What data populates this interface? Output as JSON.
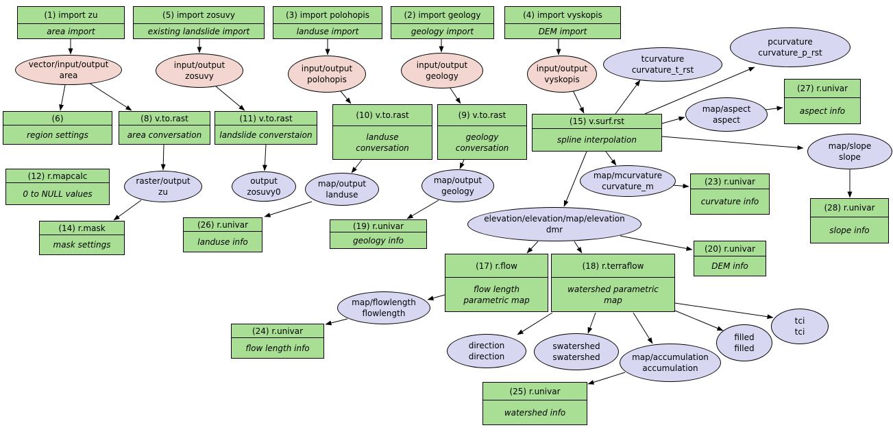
{
  "colors": {
    "module_fill": "#a8df94",
    "vector_data_fill": "#f2d6cf",
    "raster_data_fill": "#d7d7f2",
    "border": "#000000",
    "background": "#ffffff"
  },
  "modules": {
    "import_zu": {
      "title": "(1) import zu",
      "subtitle": "area import"
    },
    "import_zosuvy": {
      "title": "(5) import zosuvy",
      "subtitle": "existing landslide import"
    },
    "import_polohopis": {
      "title": "(3) import polohopis",
      "subtitle": "landuse import"
    },
    "import_geology": {
      "title": "(2) import geology",
      "subtitle": "geology import"
    },
    "import_vyskopis": {
      "title": "(4) import vyskopis",
      "subtitle": "DEM import"
    },
    "region_settings": {
      "title": "(6)",
      "subtitle": "region settings"
    },
    "vtorast_area": {
      "title": "(8) v.to.rast",
      "subtitle": "area conversation"
    },
    "vtorast_landslide": {
      "title": "(11) v.to.rast",
      "subtitle": "landslide converstaion"
    },
    "vtorast_landuse": {
      "title": "(10) v.to.rast",
      "subtitle": "landuse\nconversation"
    },
    "vtorast_geology": {
      "title": "(9) v.to.rast",
      "subtitle": "geology\nconversation"
    },
    "vsurfrst": {
      "title": "(15) v.surf.rst",
      "subtitle": "spline interpolation"
    },
    "rmapcalc": {
      "title": "(12) r.mapcalc",
      "subtitle": "0 to NULL values"
    },
    "rmask": {
      "title": "(14) r.mask",
      "subtitle": "mask settings"
    },
    "univar26": {
      "title": "(26) r.univar",
      "subtitle": "landuse info"
    },
    "univar19": {
      "title": "(19) r.univar",
      "subtitle": "geology info"
    },
    "univar27": {
      "title": "(27) r.univar",
      "subtitle": "aspect info"
    },
    "univar23": {
      "title": "(23) r.univar",
      "subtitle": "curvature info"
    },
    "univar28": {
      "title": "(28) r.univar",
      "subtitle": "slope info"
    },
    "univar20": {
      "title": "(20) r.univar",
      "subtitle": "DEM info"
    },
    "rflow": {
      "title": "(17) r.flow",
      "subtitle": "flow length\nparametric map"
    },
    "rterraflow": {
      "title": "(18) r.terraflow",
      "subtitle": "watershed parametric\nmap"
    },
    "univar24": {
      "title": "(24) r.univar",
      "subtitle": "flow length info"
    },
    "univar25": {
      "title": "(25) r.univar",
      "subtitle": "watershed info"
    }
  },
  "data_items": {
    "area": {
      "label": "vector/input/output\narea",
      "type": "vector"
    },
    "zosuvy": {
      "label": "input/output\nzosuvy",
      "type": "vector"
    },
    "polohopis": {
      "label": "input/output\npolohopis",
      "type": "vector"
    },
    "geology": {
      "label": "input/output\ngeology",
      "type": "vector"
    },
    "vyskopis": {
      "label": "input/output\nvyskopis",
      "type": "vector"
    },
    "tcurvature": {
      "label": "tcurvature\ncurvature_t_rst",
      "type": "raster"
    },
    "pcurvature": {
      "label": "pcurvature\ncurvature_p_rst",
      "type": "raster"
    },
    "aspect": {
      "label": "map/aspect\naspect",
      "type": "raster"
    },
    "slope": {
      "label": "map/slope\nslope",
      "type": "raster"
    },
    "zu": {
      "label": "raster/output\nzu",
      "type": "raster"
    },
    "zosuvy0": {
      "label": "output\nzosuvy0",
      "type": "raster"
    },
    "landuse": {
      "label": "map/output\nlanduse",
      "type": "raster"
    },
    "geology_out": {
      "label": "map/output\ngeology",
      "type": "raster"
    },
    "mcurvature": {
      "label": "map/mcurvature\ncurvature_m",
      "type": "raster"
    },
    "dmr": {
      "label": "elevation/elevation/map/elevation\ndmr",
      "type": "raster"
    },
    "flowlength": {
      "label": "map/flowlength\nflowlength",
      "type": "raster"
    },
    "direction": {
      "label": "direction\ndirection",
      "type": "raster"
    },
    "swatershed": {
      "label": "swatershed\nswatershed",
      "type": "raster"
    },
    "accumulation": {
      "label": "map/accumulation\naccumulation",
      "type": "raster"
    },
    "filled": {
      "label": "filled\nfilled",
      "type": "raster"
    },
    "tci": {
      "label": "tci\ntci",
      "type": "raster"
    }
  },
  "edges": [
    {
      "from": "import_zu",
      "to": "area"
    },
    {
      "from": "area",
      "to": "region_settings"
    },
    {
      "from": "area",
      "to": "vtorast_area"
    },
    {
      "from": "import_zosuvy",
      "to": "zosuvy"
    },
    {
      "from": "zosuvy",
      "to": "vtorast_landslide"
    },
    {
      "from": "import_polohopis",
      "to": "polohopis"
    },
    {
      "from": "polohopis",
      "to": "vtorast_landuse"
    },
    {
      "from": "import_geology",
      "to": "geology"
    },
    {
      "from": "geology",
      "to": "vtorast_geology"
    },
    {
      "from": "import_vyskopis",
      "to": "vyskopis"
    },
    {
      "from": "vyskopis",
      "to": "vsurfrst"
    },
    {
      "from": "vtorast_area",
      "to": "zu"
    },
    {
      "from": "zu",
      "to": "rmask"
    },
    {
      "from": "vtorast_landslide",
      "to": "zosuvy0"
    },
    {
      "from": "vtorast_landuse",
      "to": "landuse"
    },
    {
      "from": "landuse",
      "to": "univar26"
    },
    {
      "from": "vtorast_geology",
      "to": "geology_out"
    },
    {
      "from": "geology_out",
      "to": "univar19"
    },
    {
      "from": "vsurfrst",
      "to": "tcurvature"
    },
    {
      "from": "vsurfrst",
      "to": "pcurvature"
    },
    {
      "from": "vsurfrst",
      "to": "aspect"
    },
    {
      "from": "aspect",
      "to": "univar27"
    },
    {
      "from": "vsurfrst",
      "to": "slope"
    },
    {
      "from": "slope",
      "to": "univar28"
    },
    {
      "from": "vsurfrst",
      "to": "mcurvature"
    },
    {
      "from": "mcurvature",
      "to": "univar23"
    },
    {
      "from": "vsurfrst",
      "to": "dmr"
    },
    {
      "from": "dmr",
      "to": "rflow"
    },
    {
      "from": "dmr",
      "to": "rterraflow"
    },
    {
      "from": "dmr",
      "to": "univar20"
    },
    {
      "from": "rflow",
      "to": "flowlength"
    },
    {
      "from": "flowlength",
      "to": "univar24"
    },
    {
      "from": "rterraflow",
      "to": "direction"
    },
    {
      "from": "rterraflow",
      "to": "swatershed"
    },
    {
      "from": "rterraflow",
      "to": "accumulation"
    },
    {
      "from": "rterraflow",
      "to": "filled"
    },
    {
      "from": "rterraflow",
      "to": "tci"
    },
    {
      "from": "accumulation",
      "to": "univar25"
    }
  ]
}
